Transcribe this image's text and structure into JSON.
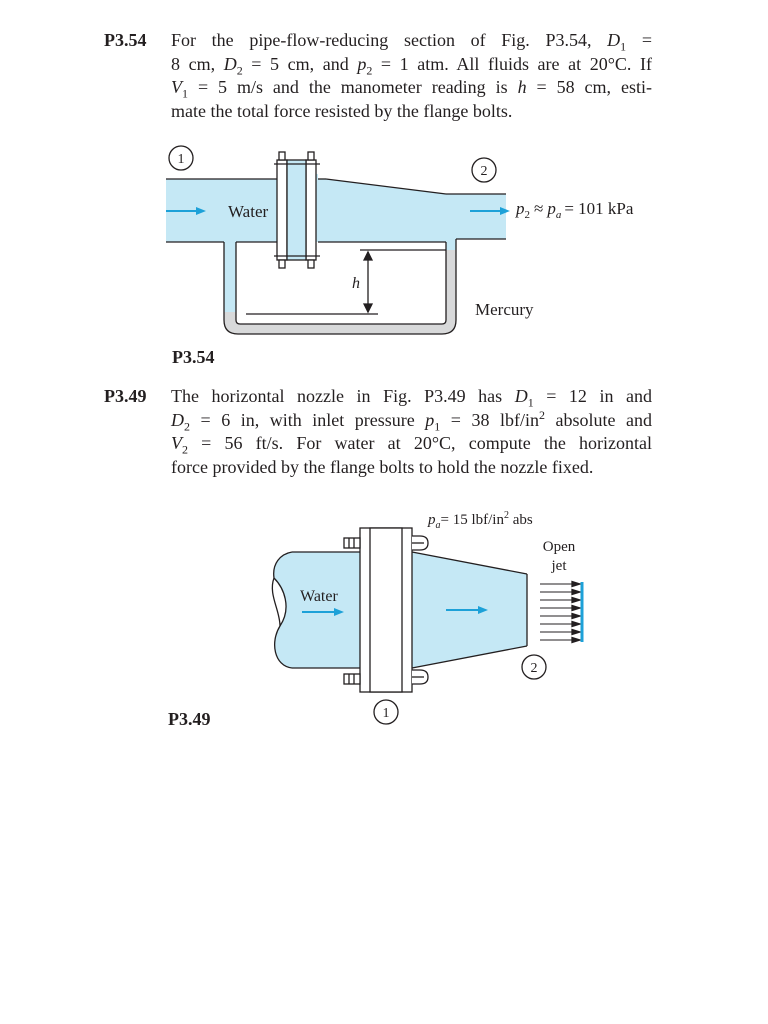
{
  "problem_354": {
    "number": "P3.54",
    "lines": [
      [
        "For the pipe-flow-reducing section of Fig. P3.54, ",
        {
          "v": "D",
          "sub": "1"
        },
        " ="
      ],
      [
        "8 cm, ",
        {
          "v": "D",
          "sub": "2"
        },
        " = 5 cm, and ",
        {
          "v": "p",
          "sub": "2"
        },
        " = 1 atm. All fluids are at 20°C. If"
      ],
      [
        {
          "v": "V",
          "sub": "1"
        },
        " = 5 m/s and the manometer reading is ",
        {
          "v": "h"
        },
        " = 58 cm, esti-"
      ],
      [
        "mate the total force resisted by the flange bolts."
      ]
    ],
    "figure": {
      "label_1": "1",
      "label_2": "2",
      "water_label": "Water",
      "p2_var": "p",
      "p2_sub": "2",
      "approx": "≈",
      "pa_var": "p",
      "pa_sub": "a",
      "p2_rest": "= 101 kPa",
      "h_label": "h",
      "mercury_label": "Mercury"
    },
    "caption": "P3.54"
  },
  "problem_349": {
    "number": "P3.49",
    "lines": [
      [
        "The horizontal nozzle in Fig. P3.49 has ",
        {
          "v": "D",
          "sub": "1"
        },
        " = 12 in and"
      ],
      [
        {
          "v": "D",
          "sub": "2"
        },
        " = 6 in, with inlet pressure ",
        {
          "v": "p",
          "sub": "1"
        },
        " = 38 lbf/in",
        {
          "sup": "2"
        },
        " absolute and"
      ],
      [
        {
          "v": "V",
          "sub": "2"
        },
        " = 56 ft/s. For water at 20°C, compute the horizontal"
      ],
      [
        "force provided by the flange bolts to hold the nozzle fixed."
      ]
    ],
    "figure": {
      "pa_var": "p",
      "pa_sub": "a",
      "pa_rest": "= 15 lbf/in",
      "pa_sup": "2",
      "pa_unit": " abs",
      "open_label": "Open",
      "jet_label": "jet",
      "water_label": "Water",
      "label_1": "1",
      "label_2": "2"
    },
    "caption": "P3.49"
  },
  "colors": {
    "water": "#c5e8f5",
    "mercury": "#d8d9da",
    "arrow": "#1da1d8",
    "outline": "#231f20"
  }
}
